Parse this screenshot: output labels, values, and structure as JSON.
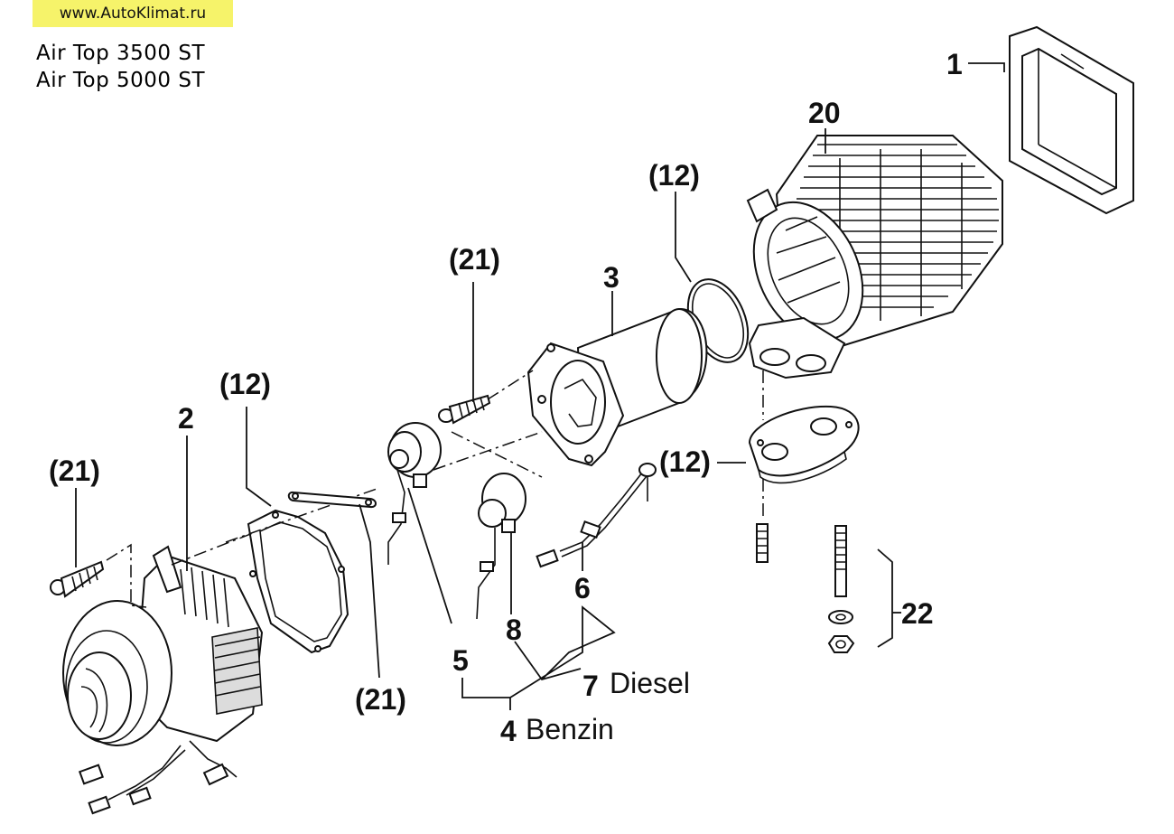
{
  "header": {
    "website": "www.AutoKlimat.ru",
    "model_line_1": "Air Top 3500 ST",
    "model_line_2": "Air Top 5000 ST"
  },
  "callouts": {
    "p1": "1",
    "p20": "20",
    "p12_top": "(12)",
    "p3": "3",
    "p21_top": "(21)",
    "p12_left": "(12)",
    "p2": "2",
    "p21_left": "(21)",
    "p12_right": "(12)",
    "p6": "6",
    "p22": "22",
    "p5": "5",
    "p8": "8",
    "p21_bottom": "(21)",
    "p7": "7",
    "p7_label": "Diesel",
    "p4": "4",
    "p4_label": "Benzin"
  }
}
